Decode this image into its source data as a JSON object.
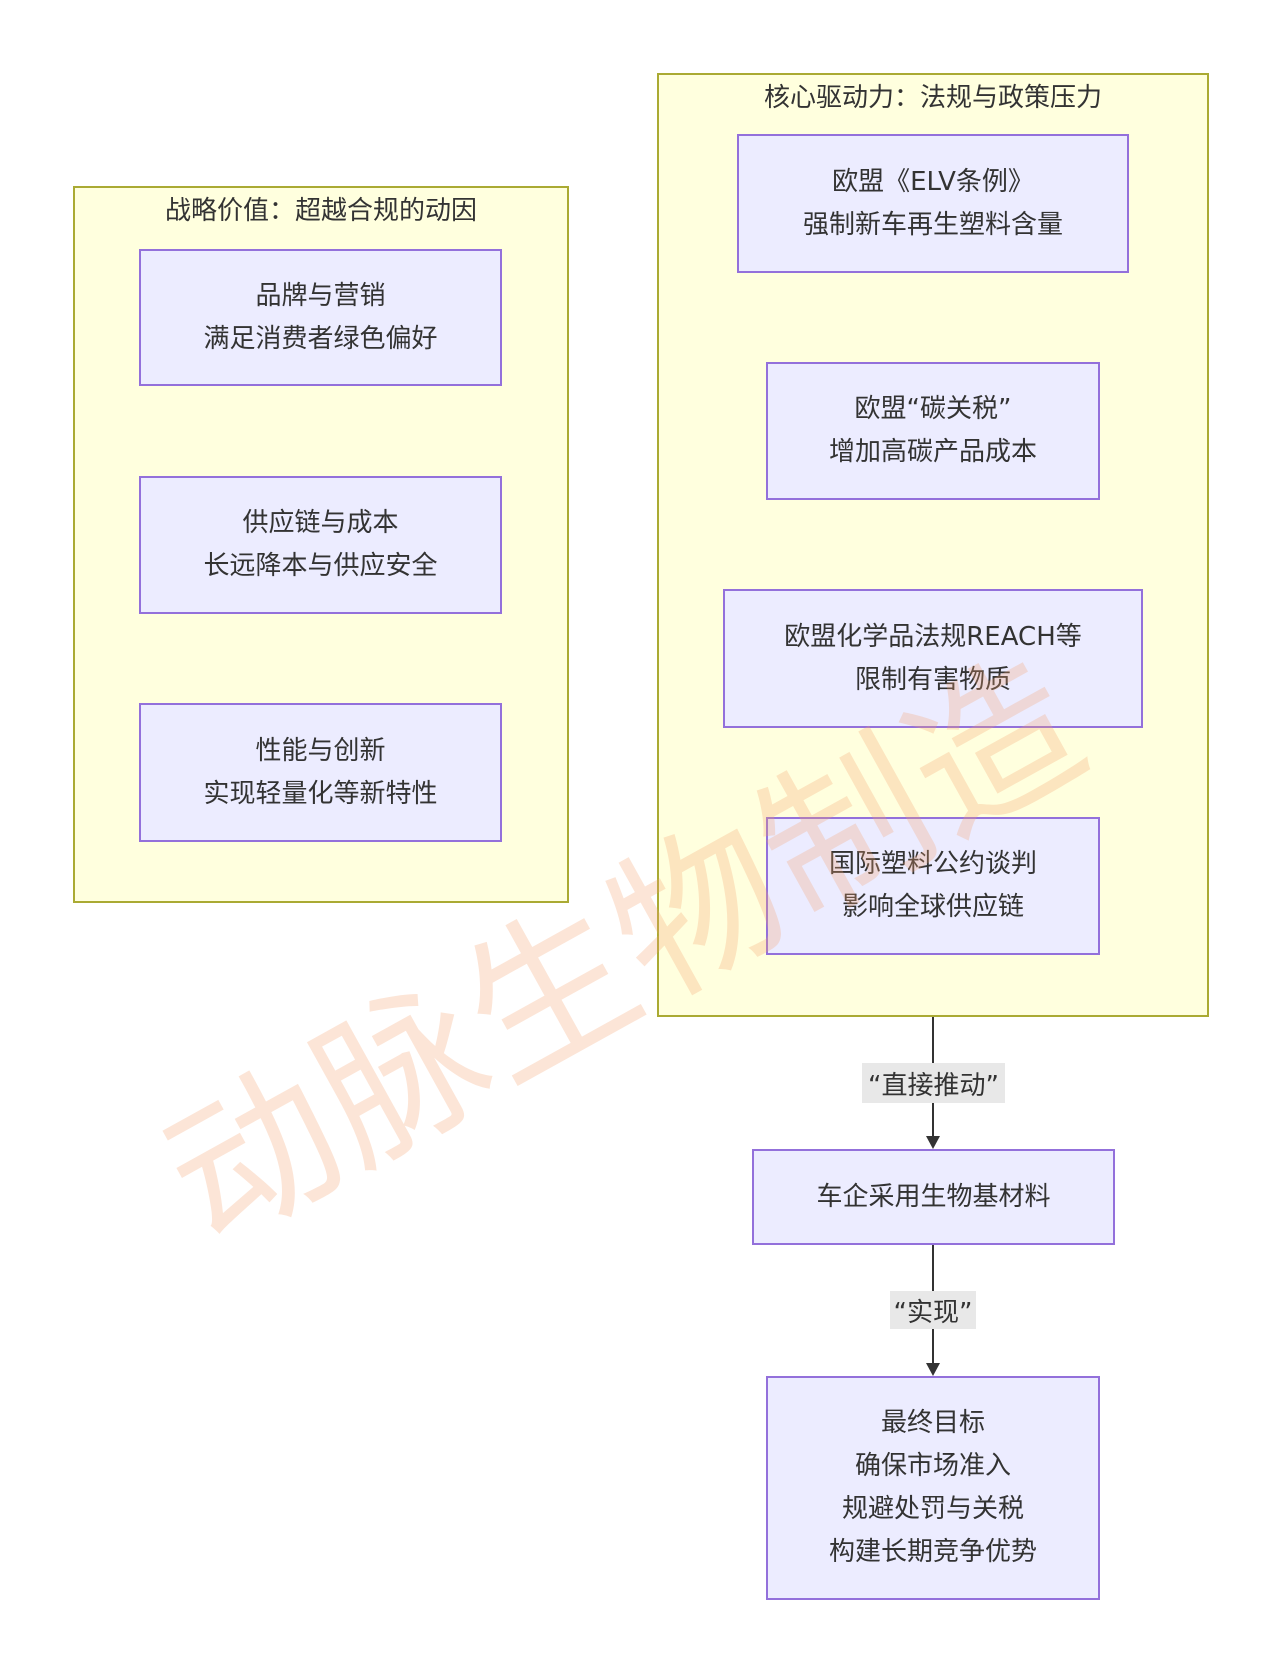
{
  "clusters": {
    "strategic": {
      "title": "战略价值：超越合规的动因",
      "nodes": [
        {
          "line1": "品牌与营销",
          "line2": "满足消费者绿色偏好"
        },
        {
          "line1": "供应链与成本",
          "line2": "长远降本与供应安全"
        },
        {
          "line1": "性能与创新",
          "line2": "实现轻量化等新特性"
        }
      ]
    },
    "drivers": {
      "title": "核心驱动力：法规与政策压力",
      "nodes": [
        {
          "line1": "欧盟《ELV条例》",
          "line2": "强制新车再生塑料含量"
        },
        {
          "line1": "欧盟“碳关税”",
          "line2": "增加高碳产品成本"
        },
        {
          "line1": "欧盟化学品法规REACH等",
          "line2": "限制有害物质"
        },
        {
          "line1": "国际塑料公约谈判",
          "line2": "影响全球供应链"
        }
      ]
    }
  },
  "edges": {
    "push_label": "“直接推动”",
    "realize_label": "“实现”"
  },
  "adopt_node": {
    "line1": "车企采用生物基材料"
  },
  "goal_node": {
    "line1": "最终目标",
    "line2": "确保市场准入",
    "line3": "规避处罚与关税",
    "line4": "构建长期竞争优势"
  },
  "watermark": "动脉生物制造",
  "colors": {
    "cluster_fill": "#ffffde",
    "cluster_border": "#aaaa33",
    "node_fill": "#ececff",
    "node_border": "#9370db",
    "text": "#333333"
  }
}
